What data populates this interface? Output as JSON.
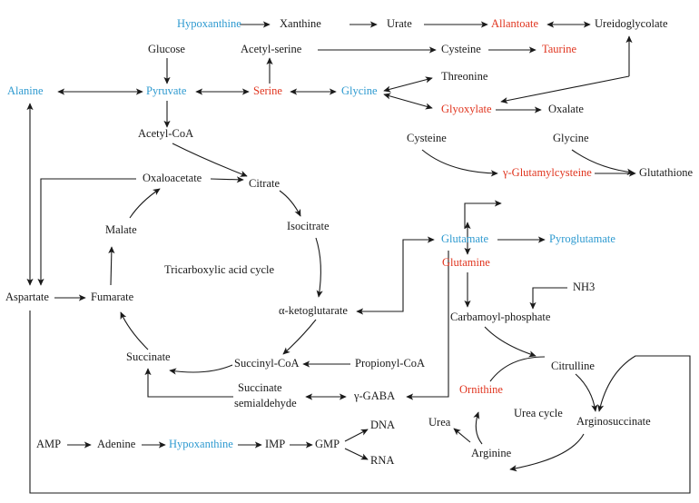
{
  "palette": {
    "black": "#1a1a1a",
    "blue": "#2e9ad0",
    "red": "#e0341e"
  },
  "nodes": {
    "hypoxanthine_top": {
      "label": "Hypoxanthine",
      "color": "blue"
    },
    "xanthine": {
      "label": "Xanthine",
      "color": "black"
    },
    "urate": {
      "label": "Urate",
      "color": "black"
    },
    "allantoate": {
      "label": "Allantoate",
      "color": "red"
    },
    "ureidoglycolate": {
      "label": "Ureidoglycolate",
      "color": "black"
    },
    "glucose": {
      "label": "Glucose",
      "color": "black"
    },
    "acetyl_serine": {
      "label": "Acetyl-serine",
      "color": "black"
    },
    "cysteine_top": {
      "label": "Cysteine",
      "color": "black"
    },
    "taurine": {
      "label": "Taurine",
      "color": "red"
    },
    "alanine": {
      "label": "Alanine",
      "color": "blue"
    },
    "pyruvate": {
      "label": "Pyruvate",
      "color": "blue"
    },
    "serine": {
      "label": "Serine",
      "color": "red"
    },
    "glycine_top": {
      "label": "Glycine",
      "color": "blue"
    },
    "threonine": {
      "label": "Threonine",
      "color": "black"
    },
    "glyoxylate": {
      "label": "Glyoxylate",
      "color": "red"
    },
    "oxalate": {
      "label": "Oxalate",
      "color": "black"
    },
    "acetyl_coa": {
      "label": "Acetyl-CoA",
      "color": "black"
    },
    "cysteine_mid": {
      "label": "Cysteine",
      "color": "black"
    },
    "glycine_mid": {
      "label": "Glycine",
      "color": "black"
    },
    "oxaloacetate": {
      "label": "Oxaloacetate",
      "color": "black"
    },
    "citrate": {
      "label": "Citrate",
      "color": "black"
    },
    "gamma_glutamylcysteine": {
      "label": "γ-Glutamylcysteine",
      "color": "red"
    },
    "glutathione": {
      "label": "Glutathione",
      "color": "black"
    },
    "malate": {
      "label": "Malate",
      "color": "black"
    },
    "isocitrate": {
      "label": "Isocitrate",
      "color": "black"
    },
    "glutamate": {
      "label": "Glutamate",
      "color": "blue"
    },
    "pyroglutamate": {
      "label": "Pyroglutamate",
      "color": "blue"
    },
    "tca_cycle": {
      "label": "Tricarboxylic acid cycle",
      "color": "black"
    },
    "glutamine": {
      "label": "Glutamine",
      "color": "red"
    },
    "aspartate": {
      "label": "Aspartate",
      "color": "black"
    },
    "fumarate": {
      "label": "Fumarate",
      "color": "black"
    },
    "nh3": {
      "label": "NH3",
      "color": "black"
    },
    "alpha_ketoglutarate": {
      "label": "α-ketoglutarate",
      "color": "black"
    },
    "carbamoyl_phosphate": {
      "label": "Carbamoyl-phosphate",
      "color": "black"
    },
    "succinate": {
      "label": "Succinate",
      "color": "black"
    },
    "succinyl_coa": {
      "label": "Succinyl-CoA",
      "color": "black"
    },
    "propionyl_coa": {
      "label": "Propionyl-CoA",
      "color": "black"
    },
    "citrulline": {
      "label": "Citrulline",
      "color": "black"
    },
    "succinate_semialdehyde_1": {
      "label": "Succinate",
      "color": "black"
    },
    "succinate_semialdehyde_2": {
      "label": "semialdehyde",
      "color": "black"
    },
    "gaba": {
      "label": "γ-GABA",
      "color": "black"
    },
    "ornithine": {
      "label": "Ornithine",
      "color": "red"
    },
    "urea_cycle": {
      "label": "Urea cycle",
      "color": "black"
    },
    "arginosuccinate": {
      "label": "Arginosuccinate",
      "color": "black"
    },
    "urea": {
      "label": "Urea",
      "color": "black"
    },
    "amp": {
      "label": "AMP",
      "color": "black"
    },
    "adenine": {
      "label": "Adenine",
      "color": "black"
    },
    "hypoxanthine_bottom": {
      "label": "Hypoxanthine",
      "color": "blue"
    },
    "imp": {
      "label": "IMP",
      "color": "black"
    },
    "gmp": {
      "label": "GMP",
      "color": "black"
    },
    "dna": {
      "label": "DNA",
      "color": "black"
    },
    "rna": {
      "label": "RNA",
      "color": "black"
    },
    "arginine": {
      "label": "Arginine",
      "color": "black"
    }
  }
}
